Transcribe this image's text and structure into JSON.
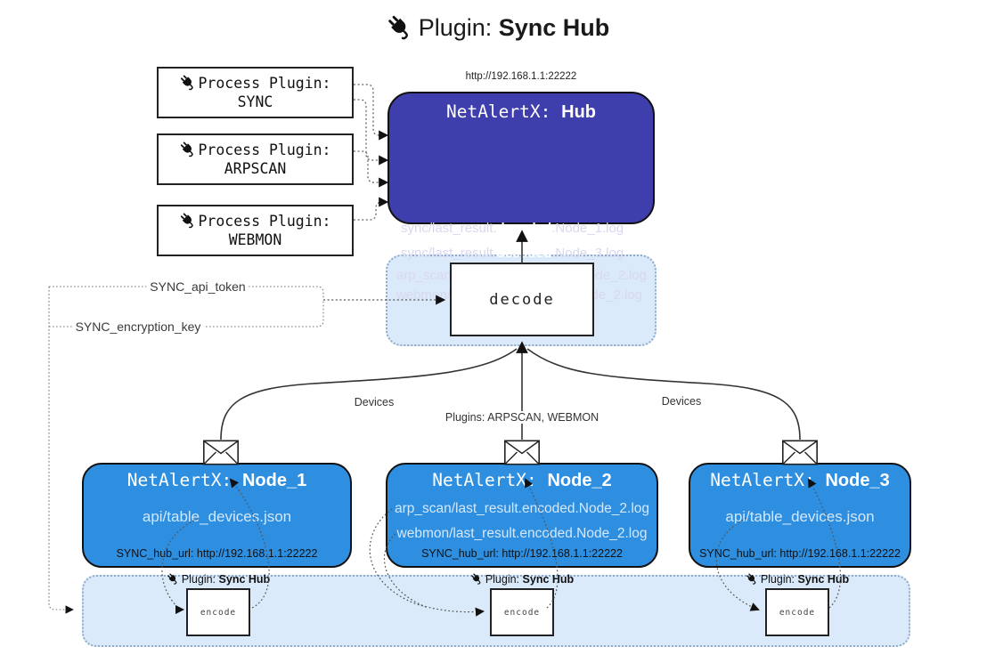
{
  "title": {
    "prefix": "Plugin:",
    "name": "Sync Hub"
  },
  "process_plugins": [
    {
      "label": "Process Plugin:",
      "name": "SYNC"
    },
    {
      "label": "Process Plugin:",
      "name": "ARPSCAN"
    },
    {
      "label": "Process Plugin:",
      "name": "WEBMON"
    }
  ],
  "hub": {
    "url": "http://192.168.1.1:22222",
    "title_prefix": "NetAlertX:",
    "title_name": "Hub",
    "lines": [
      {
        "pre": "sync/last_result.",
        "bold": "decoded",
        "post": ".Node_1.log"
      },
      {
        "pre": "sync/last_result.",
        "bold": "decoded",
        "post": ".Node_3.log"
      },
      {
        "pre": "arp_scan/last_result.",
        "bold": "decoded",
        "post": ".Node_2.log"
      },
      {
        "pre": "webmon/last_result.",
        "bold": "decoded",
        "post": ".Node_2.log"
      }
    ]
  },
  "decode": {
    "label": "decode"
  },
  "secrets": {
    "api_token": "SYNC_api_token",
    "encryption_key": "SYNC_encryption_key"
  },
  "edges": {
    "devices_left": "Devices",
    "devices_right": "Devices",
    "plugins_center": "Plugins: ARPSCAN, WEBMON"
  },
  "nodes": [
    {
      "title_prefix": "NetAlertX:",
      "title_name": "Node_1",
      "lines": [
        "api/table_devices.json"
      ],
      "hub_url": "SYNC_hub_url: http://192.168.1.1:22222"
    },
    {
      "title_prefix": "NetAlertX:",
      "title_name": "Node_2",
      "lines": [
        "arp_scan/last_result.encoded.Node_2.log",
        "webmon/last_result.encoded.Node_2.log"
      ],
      "hub_url": "SYNC_hub_url: http://192.168.1.1:22222"
    },
    {
      "title_prefix": "NetAlertX:",
      "title_name": "Node_3",
      "lines": [
        "api/table_devices.json"
      ],
      "hub_url": "SYNC_hub_url: http://192.168.1.1:22222"
    }
  ],
  "band": {
    "groups": [
      {
        "label_prefix": "Plugin:",
        "label_name": "Sync Hub",
        "encode": "encode"
      },
      {
        "label_prefix": "Plugin:",
        "label_name": "Sync Hub",
        "encode": "encode"
      },
      {
        "label_prefix": "Plugin:",
        "label_name": "Sync Hub",
        "encode": "encode"
      }
    ]
  },
  "colors": {
    "hub_bg": "#3E3EAC",
    "node_bg": "#2E8EE0",
    "container_bg": "#DAEAFA",
    "container_border": "#8FAAC8",
    "hub_text": "#D8D8EF",
    "node_text": "#D4E8FB"
  }
}
